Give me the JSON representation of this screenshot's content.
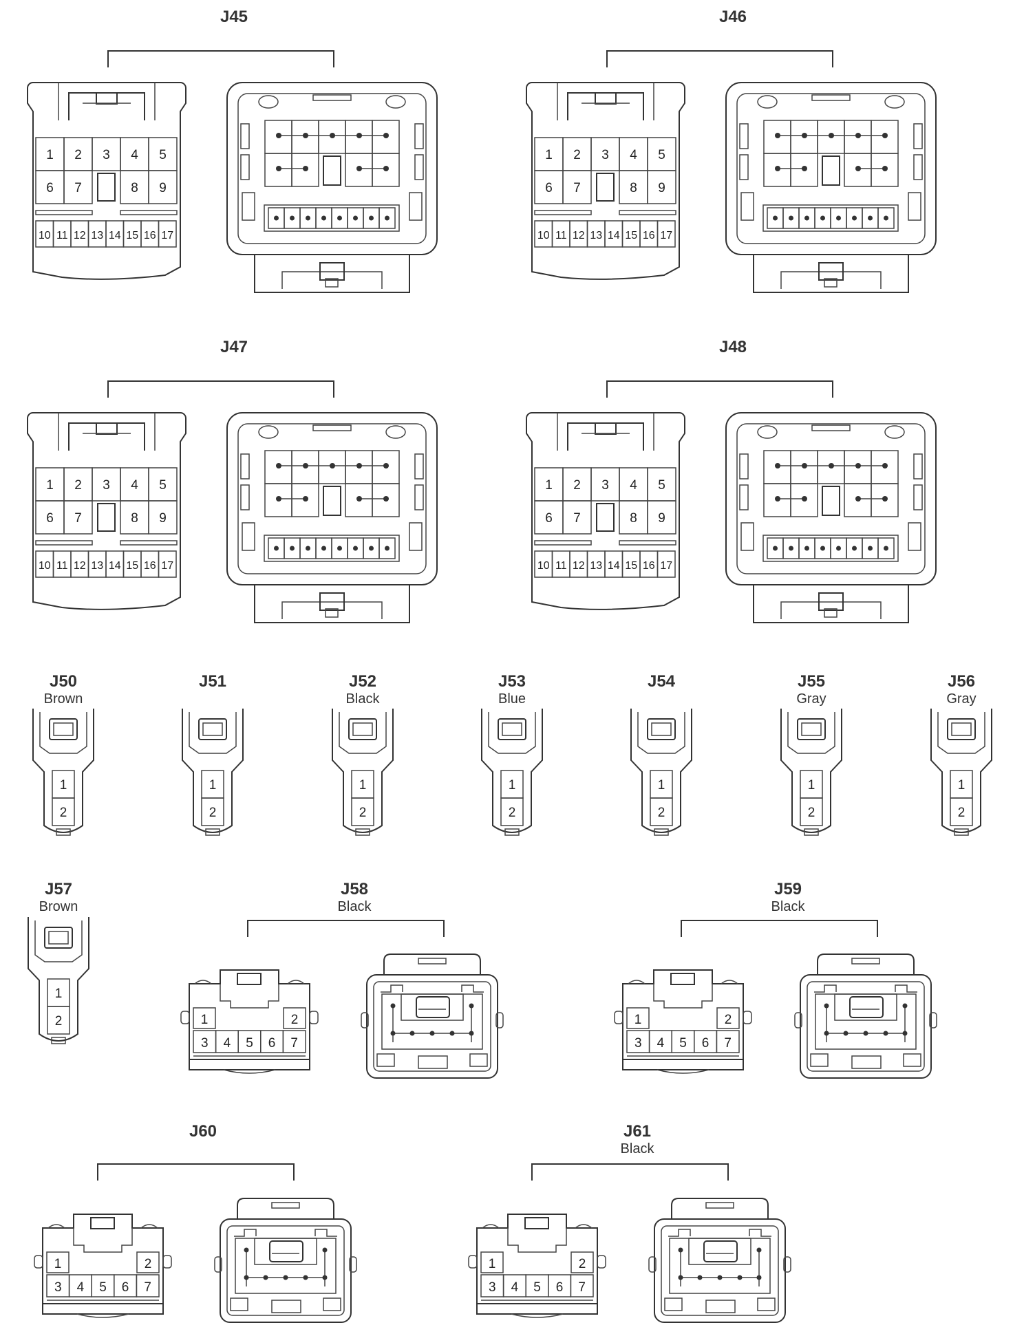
{
  "connectors": [
    {
      "id": "J45",
      "color": ""
    },
    {
      "id": "J46",
      "color": ""
    },
    {
      "id": "J47",
      "color": ""
    },
    {
      "id": "J48",
      "color": ""
    },
    {
      "id": "J50",
      "color": "Brown"
    },
    {
      "id": "J51",
      "color": ""
    },
    {
      "id": "J52",
      "color": "Black"
    },
    {
      "id": "J53",
      "color": "Blue"
    },
    {
      "id": "J54",
      "color": ""
    },
    {
      "id": "J55",
      "color": "Gray"
    },
    {
      "id": "J56",
      "color": "Gray"
    },
    {
      "id": "J57",
      "color": "Brown"
    },
    {
      "id": "J58",
      "color": "Black"
    },
    {
      "id": "J59",
      "color": "Black"
    },
    {
      "id": "J60",
      "color": ""
    },
    {
      "id": "J61",
      "color": "Black"
    }
  ],
  "pin_sets": {
    "large_top_row": [
      "1",
      "2",
      "3",
      "4",
      "5"
    ],
    "large_mid_row": [
      "6",
      "7",
      "",
      "8",
      "9"
    ],
    "large_bottom_row": [
      "10",
      "11",
      "12",
      "13",
      "14",
      "15",
      "16",
      "17"
    ],
    "two_pin": [
      "1",
      "2"
    ],
    "seven_pin_top": [
      "1",
      "2"
    ],
    "seven_pin_bottom": [
      "3",
      "4",
      "5",
      "6",
      "7"
    ]
  }
}
